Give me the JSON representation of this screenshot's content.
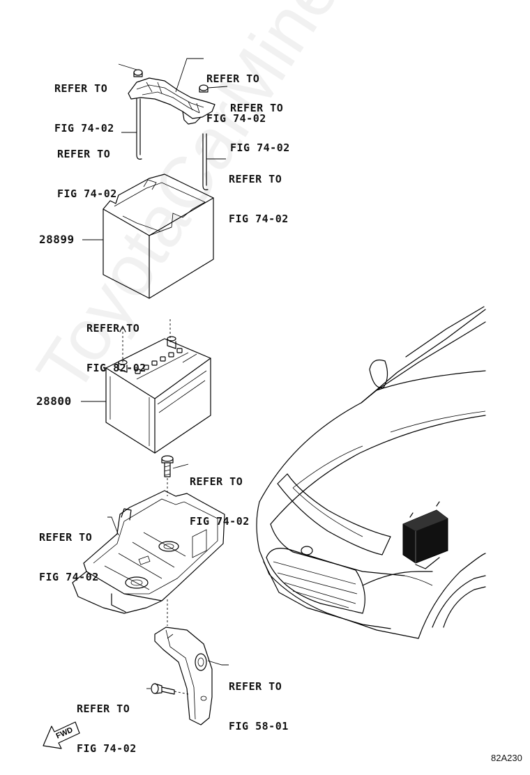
{
  "labels": {
    "refer_top_left": [
      "REFER TO",
      "FIG 74-02"
    ],
    "refer_top_center": [
      "REFER TO",
      "FIG 74-02"
    ],
    "refer_top_right": [
      "REFER TO",
      "FIG 74-02"
    ],
    "refer_rod_left": [
      "REFER TO",
      "FIG 74-02"
    ],
    "refer_rod_right": [
      "REFER TO",
      "FIG 74-02"
    ],
    "refer_terminal": [
      "REFER TO",
      "FIG 82-02"
    ],
    "refer_bolt": [
      "REFER TO",
      "FIG 74-02"
    ],
    "refer_tray": [
      "REFER TO",
      "FIG 74-02"
    ],
    "refer_bracket": [
      "REFER TO",
      "FIG 58-01"
    ],
    "refer_bracket_bolt": [
      "REFER TO",
      "FIG 74-02"
    ]
  },
  "parts": {
    "insulator": "28899",
    "battery": "28800"
  },
  "fwd_label": "FWD",
  "figure_code": "82A230",
  "watermark": "ToyotaCarMine.ru"
}
